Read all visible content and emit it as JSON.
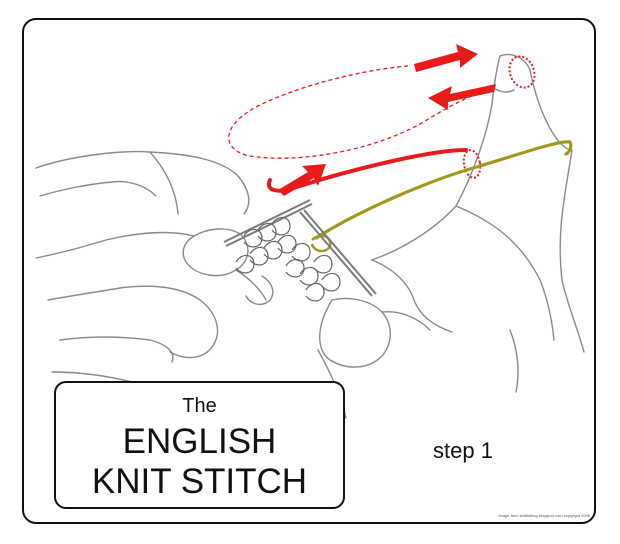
{
  "title": {
    "small": "The",
    "line1": "ENGLISH",
    "line2": "KNIT STITCH"
  },
  "step_label": "step 1",
  "credit": "image from knittinblog.blogspot.com copyright 2006",
  "colors": {
    "frame": "#111111",
    "hand_outline": "#8a8a8a",
    "arrow_red": "#e81a1a",
    "yarn_olive": "#a09a1c",
    "needle": "#7a7a7a"
  }
}
